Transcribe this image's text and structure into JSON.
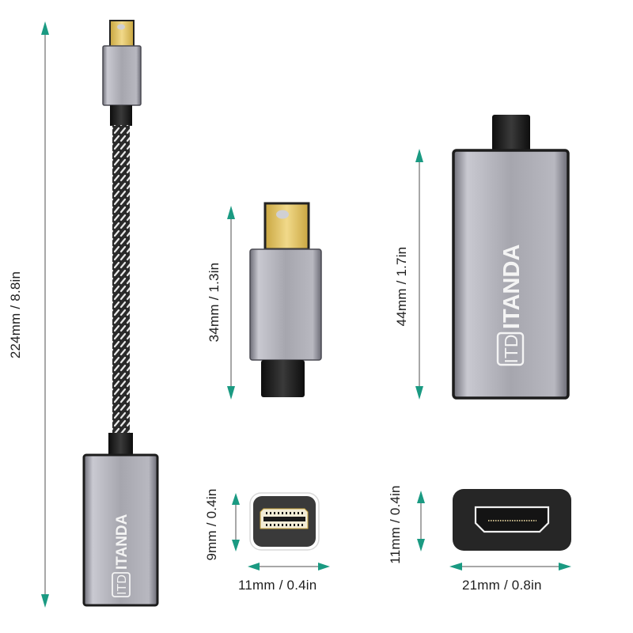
{
  "colors": {
    "arrow": "#1a9a82",
    "arrow_line": "#8a8a8a",
    "aluminum": "#9c9ca4",
    "aluminum_light": "#c8c8d0",
    "gold": "#e8c860",
    "black": "#1c1c1c"
  },
  "brand": {
    "logo_box": "ITD",
    "logo_text": "ITANDA"
  },
  "dimensions": {
    "cable_length": "224mm / 8.8in",
    "mdp_plug_length": "34mm / 1.3in",
    "hdmi_housing_length": "44mm / 1.7in",
    "mdp_face_height": "9mm / 0.4in",
    "mdp_face_width": "11mm / 0.4in",
    "hdmi_face_height": "11mm / 0.4in",
    "hdmi_face_width": "21mm / 0.8in"
  }
}
